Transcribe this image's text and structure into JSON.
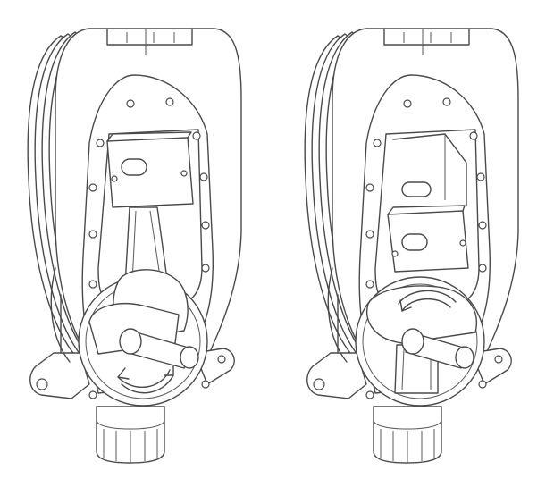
{
  "figure": {
    "views": [
      {
        "id": "left",
        "state": "piston-bottom-dead-center",
        "rotation": "clockwise"
      },
      {
        "id": "right",
        "state": "piston-top-dead-center",
        "rotation": "counterclockwise"
      }
    ],
    "colors": {
      "line": "#4a4a4a",
      "background": "#ffffff"
    }
  }
}
